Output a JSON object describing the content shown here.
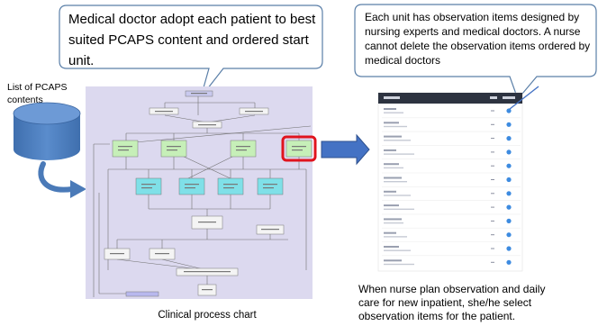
{
  "callout_left": {
    "text": "Medical doctor adopt each patient to best suited PCAPS content and ordered start unit."
  },
  "callout_right": {
    "text": "Each unit has observation items designed by nursing experts and medical doctors. A nurse cannot delete the observation items ordered by medical doctors"
  },
  "database": {
    "label_line1": "List of PCAPS",
    "label_line2": "contents"
  },
  "process_chart": {
    "caption": "Clinical process chart"
  },
  "nurse_note": {
    "line1": "When nurse plan observation and daily",
    "line2": "care for new inpatient, she/he select",
    "line3": "observation items for the patient."
  },
  "colors": {
    "callout_border": "#5a7fa8",
    "database_fill": "#4a7ab8",
    "arrow_blue": "#4472c4",
    "chart_bg": "#dcd9ef",
    "highlight_red": "#e0141e",
    "node_green": "#c6efb8",
    "node_cyan": "#7fe0e8"
  }
}
